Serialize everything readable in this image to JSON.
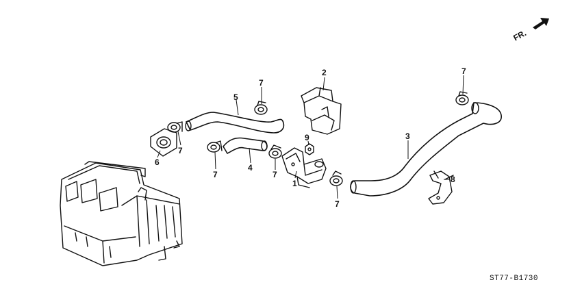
{
  "orientation": {
    "label": "FR."
  },
  "callouts": [
    {
      "id": "c1",
      "text": "1"
    },
    {
      "id": "c2",
      "text": "2"
    },
    {
      "id": "c3",
      "text": "3"
    },
    {
      "id": "c4",
      "text": "4"
    },
    {
      "id": "c5",
      "text": "5"
    },
    {
      "id": "c6",
      "text": "6"
    },
    {
      "id": "c7a",
      "text": "7"
    },
    {
      "id": "c7b",
      "text": "7"
    },
    {
      "id": "c7c",
      "text": "7"
    },
    {
      "id": "c7d",
      "text": "7"
    },
    {
      "id": "c7e",
      "text": "7"
    },
    {
      "id": "c7f",
      "text": "7"
    },
    {
      "id": "c8",
      "text": "8"
    },
    {
      "id": "c9",
      "text": "9"
    }
  ],
  "diagram_code": "ST77-B1730"
}
